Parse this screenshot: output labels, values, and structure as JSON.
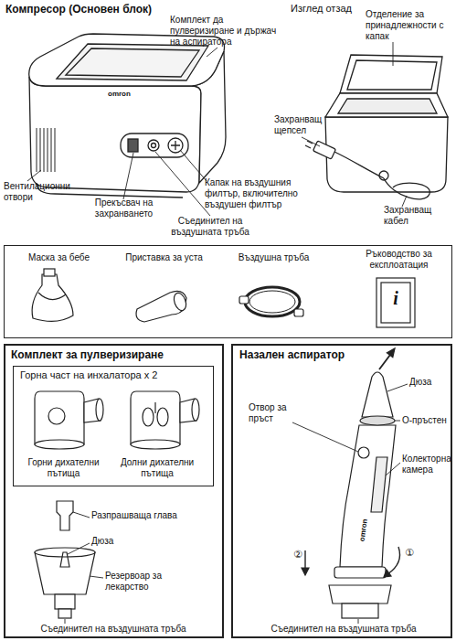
{
  "diagram": {
    "nodes": [
      {
        "text": [
          "Маска за бебе",
          "Приставка за уста",
          "Въздушна тръба",
          "Ръководство за експлоатация"
        ]
      },
      {
        "text": [
          "Комплект за пулверизиране",
          "Разпрашваща глава",
          "Дюза",
          "Резервоар за лекарство",
          "Съединител на въздушната тръба"
        ]
      },
      {
        "text": [
          "Горна част на инхалатора x 2",
          "Горни дихателни пътища",
          "Долни дихателни пътища"
        ],
        "in": 1
      },
      {
        "text": [
          "Назален аспиратор",
          "Дюза",
          "Отвор за пръст",
          "О-пръстен",
          "Колекторна камера",
          "omron",
          "②",
          "①",
          "Съединител на въздушната тръба"
        ]
      }
    ],
    "labels": [
      "Компресор (Основен блок)",
      "Комплект да пулверизиране и държач на аспиратора",
      "omron",
      "Изглед отзад",
      "Отделение за принадлежности с капак",
      "Захранващ щепсел",
      "Вентилационни отвори",
      "Капак на въздушния филтър, включително въздушен филтър",
      "Прекъсвач на захранването",
      "Съединител на въздушната тръба",
      "Захранващ кабел",
      "i"
    ]
  }
}
